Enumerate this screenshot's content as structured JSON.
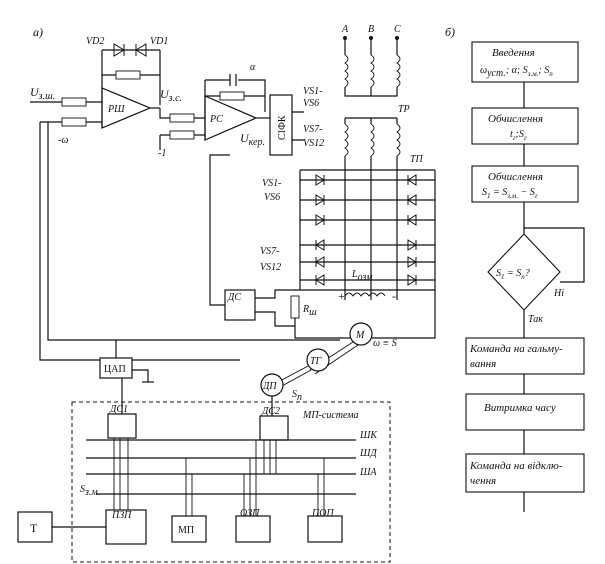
{
  "panels": {
    "a": "a)",
    "b": "б)"
  },
  "phases": [
    "A",
    "B",
    "C"
  ],
  "labels": {
    "u_zsh": "U",
    "u_zsh_sub": "з.ш.",
    "minus_omega": "-ω",
    "vd2": "VD2",
    "vd1": "VD1",
    "rsh": "РШ",
    "u_zs": "U",
    "u_zs_sub": "з.с.",
    "rs": "PC",
    "alpha": "α",
    "minus_one": "-1",
    "u_ker": "U",
    "u_ker_sub": "кер.",
    "sifk": "СІФК",
    "vs1_vs6_a": "VS1-",
    "vs1_vs6_b": "VS6",
    "vs7_vs12_a": "VS7-",
    "vs7_vs12_b": "VS12",
    "tr": "ТР",
    "tp": "ТП",
    "vs1_vs6_c": "VS1-",
    "vs1_vs6_d": "VS6",
    "vs7_vs12_c": "VS7-",
    "vs7_vs12_d": "VS12",
    "lozm": "L",
    "lozm_sub": "озм",
    "plus": "+",
    "minus": "-",
    "ds": "ДС",
    "rsh_res": "R",
    "rsh_res_sub": "ш",
    "motor": "М",
    "omega_s": "ω ≡ S",
    "tg": "ТГ",
    "dp": "ДП",
    "sp": "S",
    "sp_sub": "п",
    "tsap": "ЦАП",
    "ds1": "ДС1",
    "ds2": "ДС2",
    "mp_system": "МП-система",
    "shk": "ШК",
    "shd": "ШД",
    "sha": "ША",
    "szm": "S",
    "szm_sub": "з.м.",
    "t": "Т",
    "pzu": "ПЗП",
    "mp": "МП",
    "ozu": "ОЗП",
    "pop": "ПОП"
  },
  "flowchart": {
    "step1_title": "Введення",
    "step1_formula": "ω",
    "step1_formula_sub": "уст.",
    "step1_formula_rest": "; α; S",
    "step1_formula_sub2": "з.м.",
    "step1_formula_end": "; S",
    "step1_formula_sub3": "п",
    "step2_title": "Обчислення",
    "step2_formula": "t",
    "step2_formula_sub": "г",
    "step2_formula_rest": ";S",
    "step2_formula_sub2": "г",
    "step3_title": "Обчислення",
    "step3_formula": "S",
    "step3_formula_sub": "1",
    "step3_formula_mid": " = S",
    "step3_formula_sub2": "з.м.",
    "step3_formula_end": " − S",
    "step3_formula_sub3": "г",
    "decision_formula": "S",
    "decision_sub": "1",
    "decision_mid": " = S",
    "decision_sub2": "п",
    "decision_end": "?",
    "no_label": "Ні",
    "yes_label": "Так",
    "step4_line1": "Команда на гальму-",
    "step4_line2": "вання",
    "step5_line1": "Витримка часу",
    "step6_line1": "Команда на відклю-",
    "step6_line2": "чення"
  }
}
